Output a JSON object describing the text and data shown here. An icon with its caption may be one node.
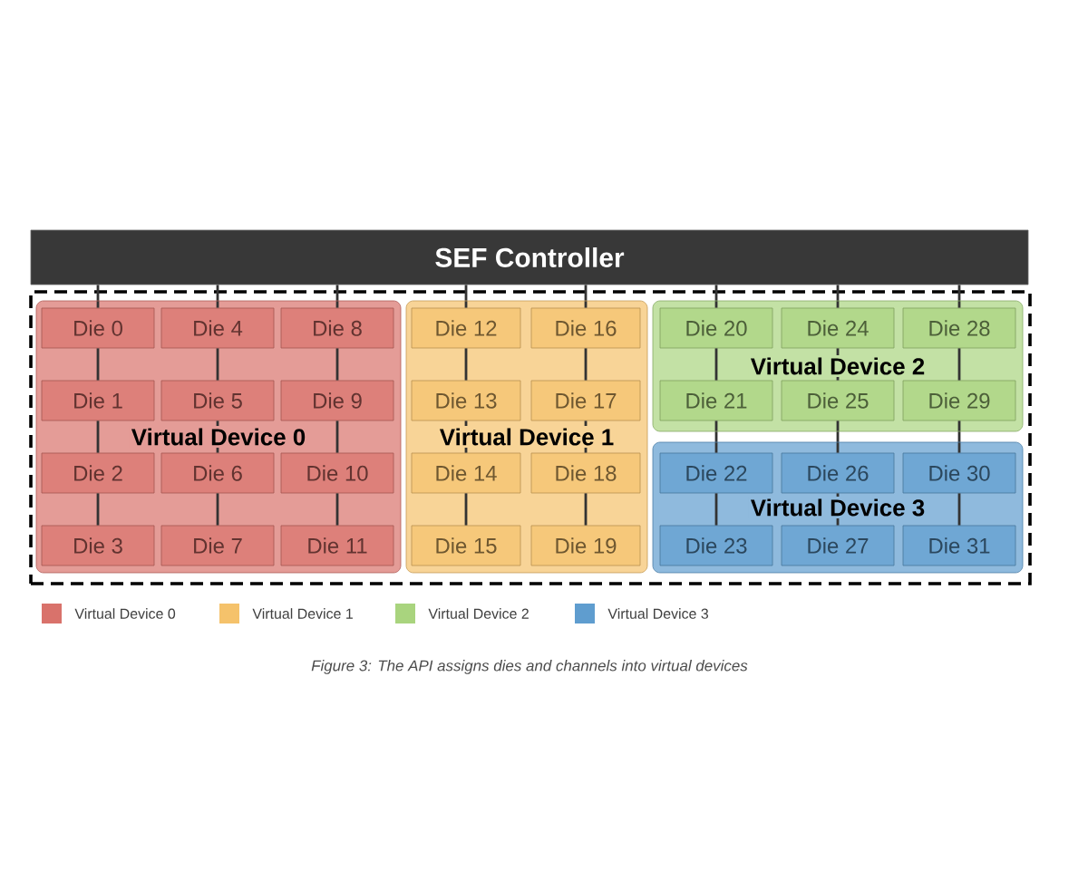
{
  "diagram": {
    "caption": "Figure 3: The API assigns dies and channels into virtual devices",
    "nodes": [
      {
        "text": [
          "SEF Controller"
        ]
      },
      {
        "text": [],
        "shape": "box"
      },
      {
        "text": [
          "Virtual Device 0"
        ],
        "in": 1
      },
      {
        "text": [
          "Die 0"
        ],
        "in": 2
      },
      {
        "text": [
          "Die 1"
        ],
        "in": 2
      },
      {
        "text": [
          "Die 2"
        ],
        "in": 2
      },
      {
        "text": [
          "Die 3"
        ],
        "in": 2
      },
      {
        "text": [
          "Die 4"
        ],
        "in": 2
      },
      {
        "text": [
          "Die 5"
        ],
        "in": 2
      },
      {
        "text": [
          "Die 6"
        ],
        "in": 2
      },
      {
        "text": [
          "Die 7"
        ],
        "in": 2
      },
      {
        "text": [
          "Die 8"
        ],
        "in": 2
      },
      {
        "text": [
          "Die 9"
        ],
        "in": 2
      },
      {
        "text": [
          "Die 10"
        ],
        "in": 2
      },
      {
        "text": [
          "Die 11"
        ],
        "in": 2
      },
      {
        "text": [
          "Virtual Device 1"
        ],
        "in": 1
      },
      {
        "text": [
          "Die 12"
        ],
        "in": 15
      },
      {
        "text": [
          "Die 13"
        ],
        "in": 15
      },
      {
        "text": [
          "Die 14"
        ],
        "in": 15
      },
      {
        "text": [
          "Die 15"
        ],
        "in": 15
      },
      {
        "text": [
          "Die 16"
        ],
        "in": 15
      },
      {
        "text": [
          "Die 17"
        ],
        "in": 15
      },
      {
        "text": [
          "Die 18"
        ],
        "in": 15
      },
      {
        "text": [
          "Die 19"
        ],
        "in": 15
      },
      {
        "text": [
          "Virtual Device 2"
        ],
        "in": 1
      },
      {
        "text": [
          "Die 20"
        ],
        "in": 24
      },
      {
        "text": [
          "Die 21"
        ],
        "in": 24
      },
      {
        "text": [
          "Die 24"
        ],
        "in": 24
      },
      {
        "text": [
          "Die 25"
        ],
        "in": 24
      },
      {
        "text": [
          "Die 28"
        ],
        "in": 24
      },
      {
        "text": [
          "Die 29"
        ],
        "in": 24
      },
      {
        "text": [
          "Virtual Device 3"
        ],
        "in": 1
      },
      {
        "text": [
          "Die 22"
        ],
        "in": 31
      },
      {
        "text": [
          "Die 23"
        ],
        "in": 31
      },
      {
        "text": [
          "Die 26"
        ],
        "in": 31
      },
      {
        "text": [
          "Die 27"
        ],
        "in": 31
      },
      {
        "text": [
          "Die 30"
        ],
        "in": 31
      },
      {
        "text": [
          "Die 31"
        ],
        "in": 31
      }
    ],
    "edges": [
      {
        "from": 0,
        "to": 3,
        "arrow": "none"
      },
      {
        "from": 3,
        "to": 4,
        "arrow": "none"
      },
      {
        "from": 4,
        "to": 5,
        "arrow": "none"
      },
      {
        "from": 5,
        "to": 6,
        "arrow": "none"
      },
      {
        "from": 0,
        "to": 7,
        "arrow": "none"
      },
      {
        "from": 7,
        "to": 8,
        "arrow": "none"
      },
      {
        "from": 8,
        "to": 9,
        "arrow": "none"
      },
      {
        "from": 9,
        "to": 10,
        "arrow": "none"
      },
      {
        "from": 0,
        "to": 11,
        "arrow": "none"
      },
      {
        "from": 11,
        "to": 12,
        "arrow": "none"
      },
      {
        "from": 12,
        "to": 13,
        "arrow": "none"
      },
      {
        "from": 13,
        "to": 14,
        "arrow": "none"
      },
      {
        "from": 0,
        "to": 16,
        "arrow": "none"
      },
      {
        "from": 16,
        "to": 17,
        "arrow": "none"
      },
      {
        "from": 17,
        "to": 18,
        "arrow": "none"
      },
      {
        "from": 18,
        "to": 19,
        "arrow": "none"
      },
      {
        "from": 0,
        "to": 20,
        "arrow": "none"
      },
      {
        "from": 20,
        "to": 21,
        "arrow": "none"
      },
      {
        "from": 21,
        "to": 22,
        "arrow": "none"
      },
      {
        "from": 22,
        "to": 23,
        "arrow": "none"
      },
      {
        "from": 0,
        "to": 25,
        "arrow": "none"
      },
      {
        "from": 25,
        "to": 26,
        "arrow": "none"
      },
      {
        "from": 26,
        "to": 32,
        "arrow": "none"
      },
      {
        "from": 32,
        "to": 33,
        "arrow": "none"
      },
      {
        "from": 0,
        "to": 27,
        "arrow": "none"
      },
      {
        "from": 27,
        "to": 28,
        "arrow": "none"
      },
      {
        "from": 28,
        "to": 34,
        "arrow": "none"
      },
      {
        "from": 34,
        "to": 35,
        "arrow": "none"
      },
      {
        "from": 0,
        "to": 29,
        "arrow": "none"
      },
      {
        "from": 29,
        "to": 30,
        "arrow": "none"
      },
      {
        "from": 30,
        "to": 36,
        "arrow": "none"
      },
      {
        "from": 36,
        "to": 37,
        "arrow": "none"
      }
    ],
    "legend": [
      {
        "text": "Virtual Device 0",
        "color": "#d9726b"
      },
      {
        "text": "Virtual Device 1",
        "color": "#f5c26b"
      },
      {
        "text": "Virtual Device 2",
        "color": "#a9d47e"
      },
      {
        "text": "Virtual Device 3",
        "color": "#5f9dcf"
      }
    ]
  }
}
